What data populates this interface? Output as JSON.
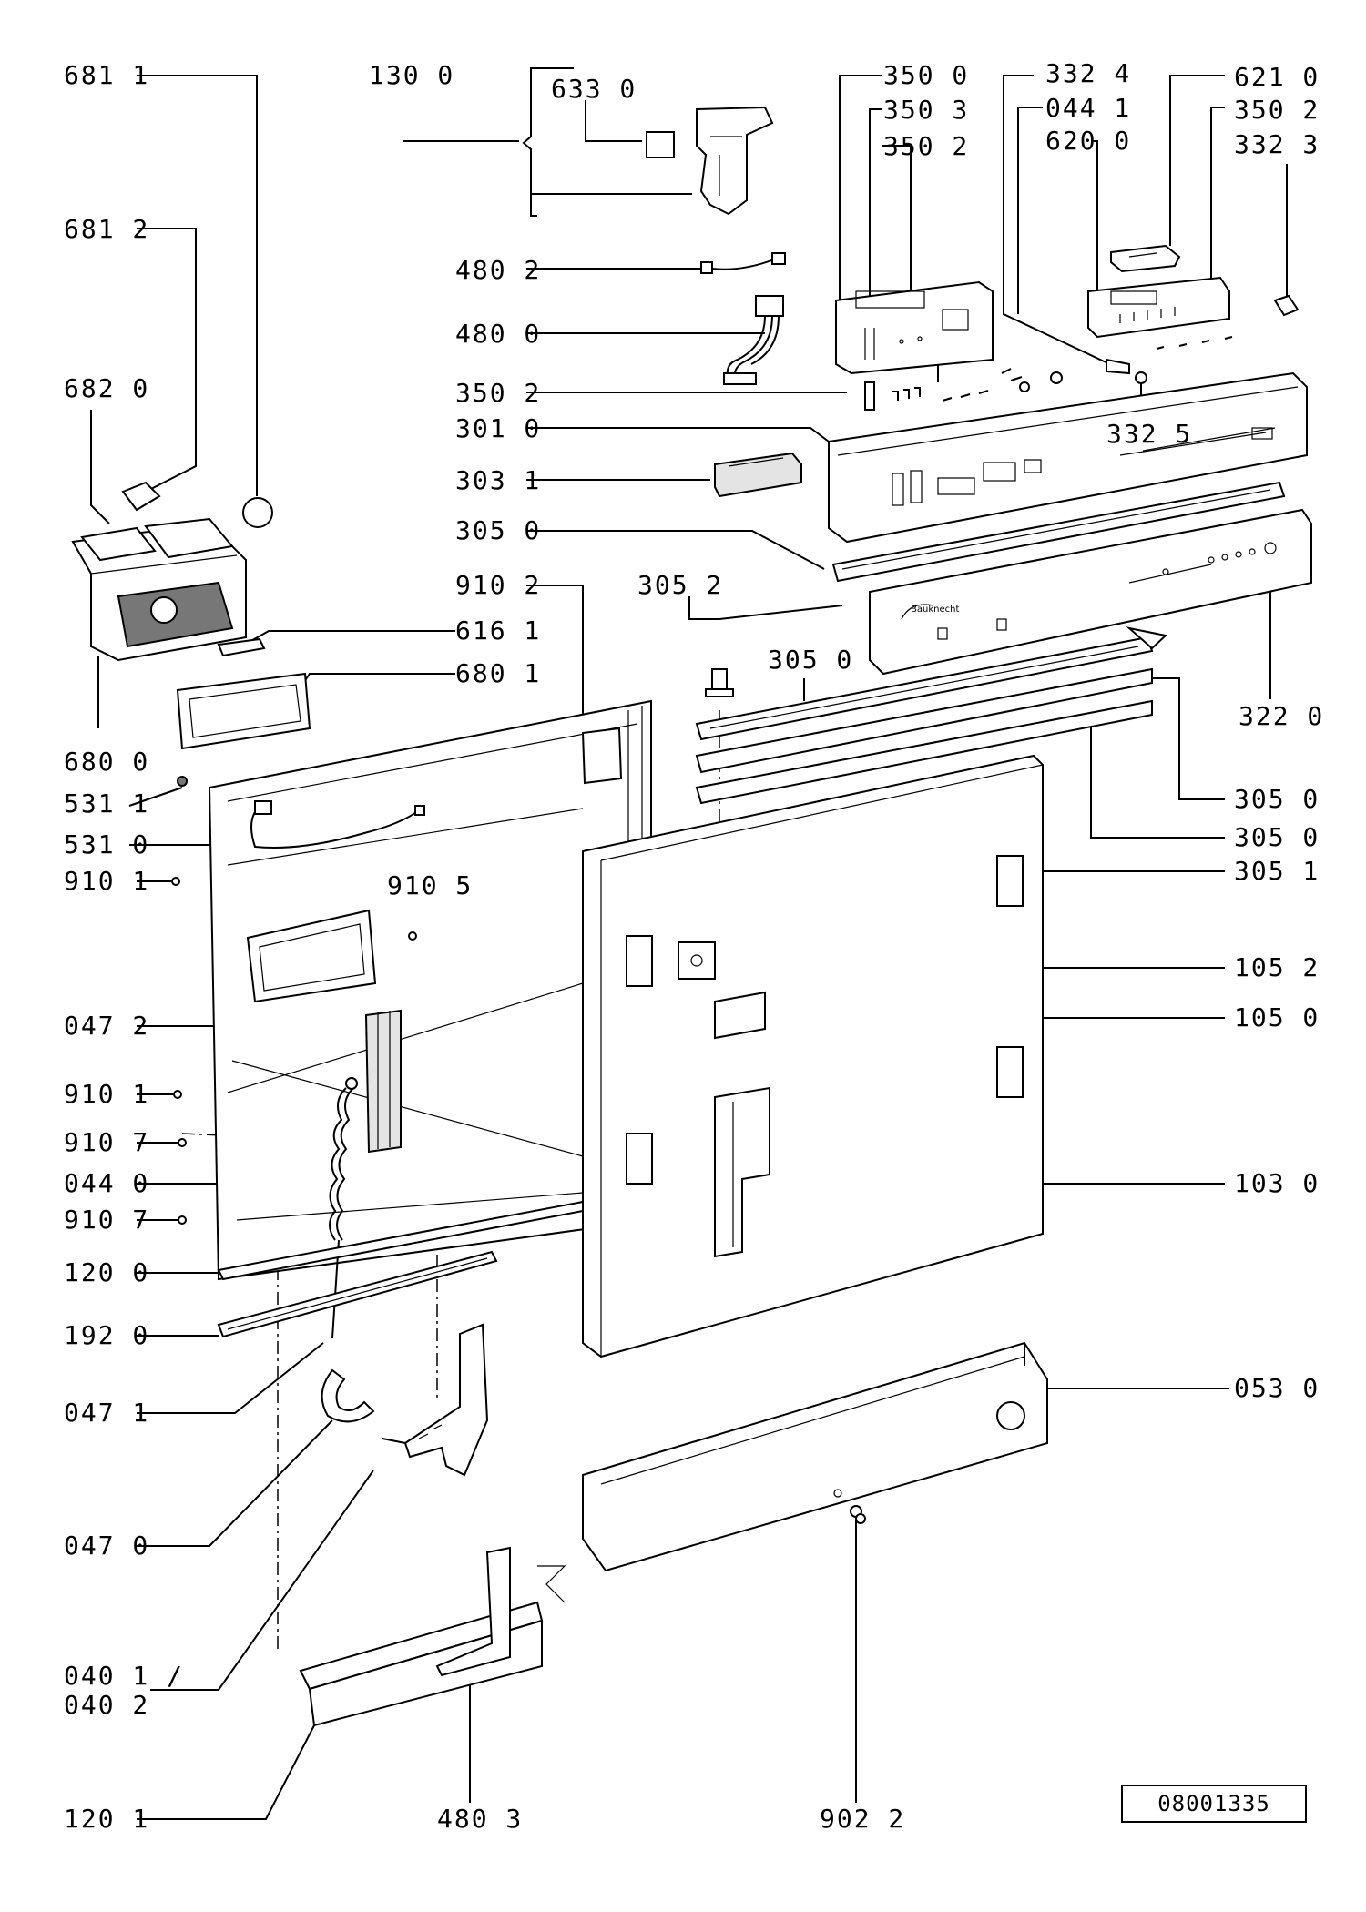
{
  "diagram": {
    "labels": [
      "681 1",
      "130 0",
      "633 0",
      "350 0",
      "332 4",
      "621 0",
      "350 3",
      "044 1",
      "350 2",
      "350 2",
      "620 0",
      "332 3",
      "681 2",
      "480 2",
      "480 0",
      "682 0",
      "350 2",
      "301 0",
      "332 5",
      "303 1",
      "305 0",
      "910 2",
      "305 2",
      "616 1",
      "680 1",
      "305 0",
      "322 0",
      "680 0",
      "531 1",
      "531 0",
      "305 0",
      "305 0",
      "910 1",
      "910 5",
      "305 1",
      "105 2",
      "047 2",
      "105 0",
      "910 1",
      "910 7",
      "044 0",
      "103 0",
      "910 7",
      "120 0",
      "192 0",
      "047 1",
      "053 0",
      "047 0",
      "040 1 /",
      "040 2",
      "120 1",
      "480 3",
      "902 2"
    ],
    "reference": "08001335",
    "brand_mark": "Bauknecht"
  }
}
